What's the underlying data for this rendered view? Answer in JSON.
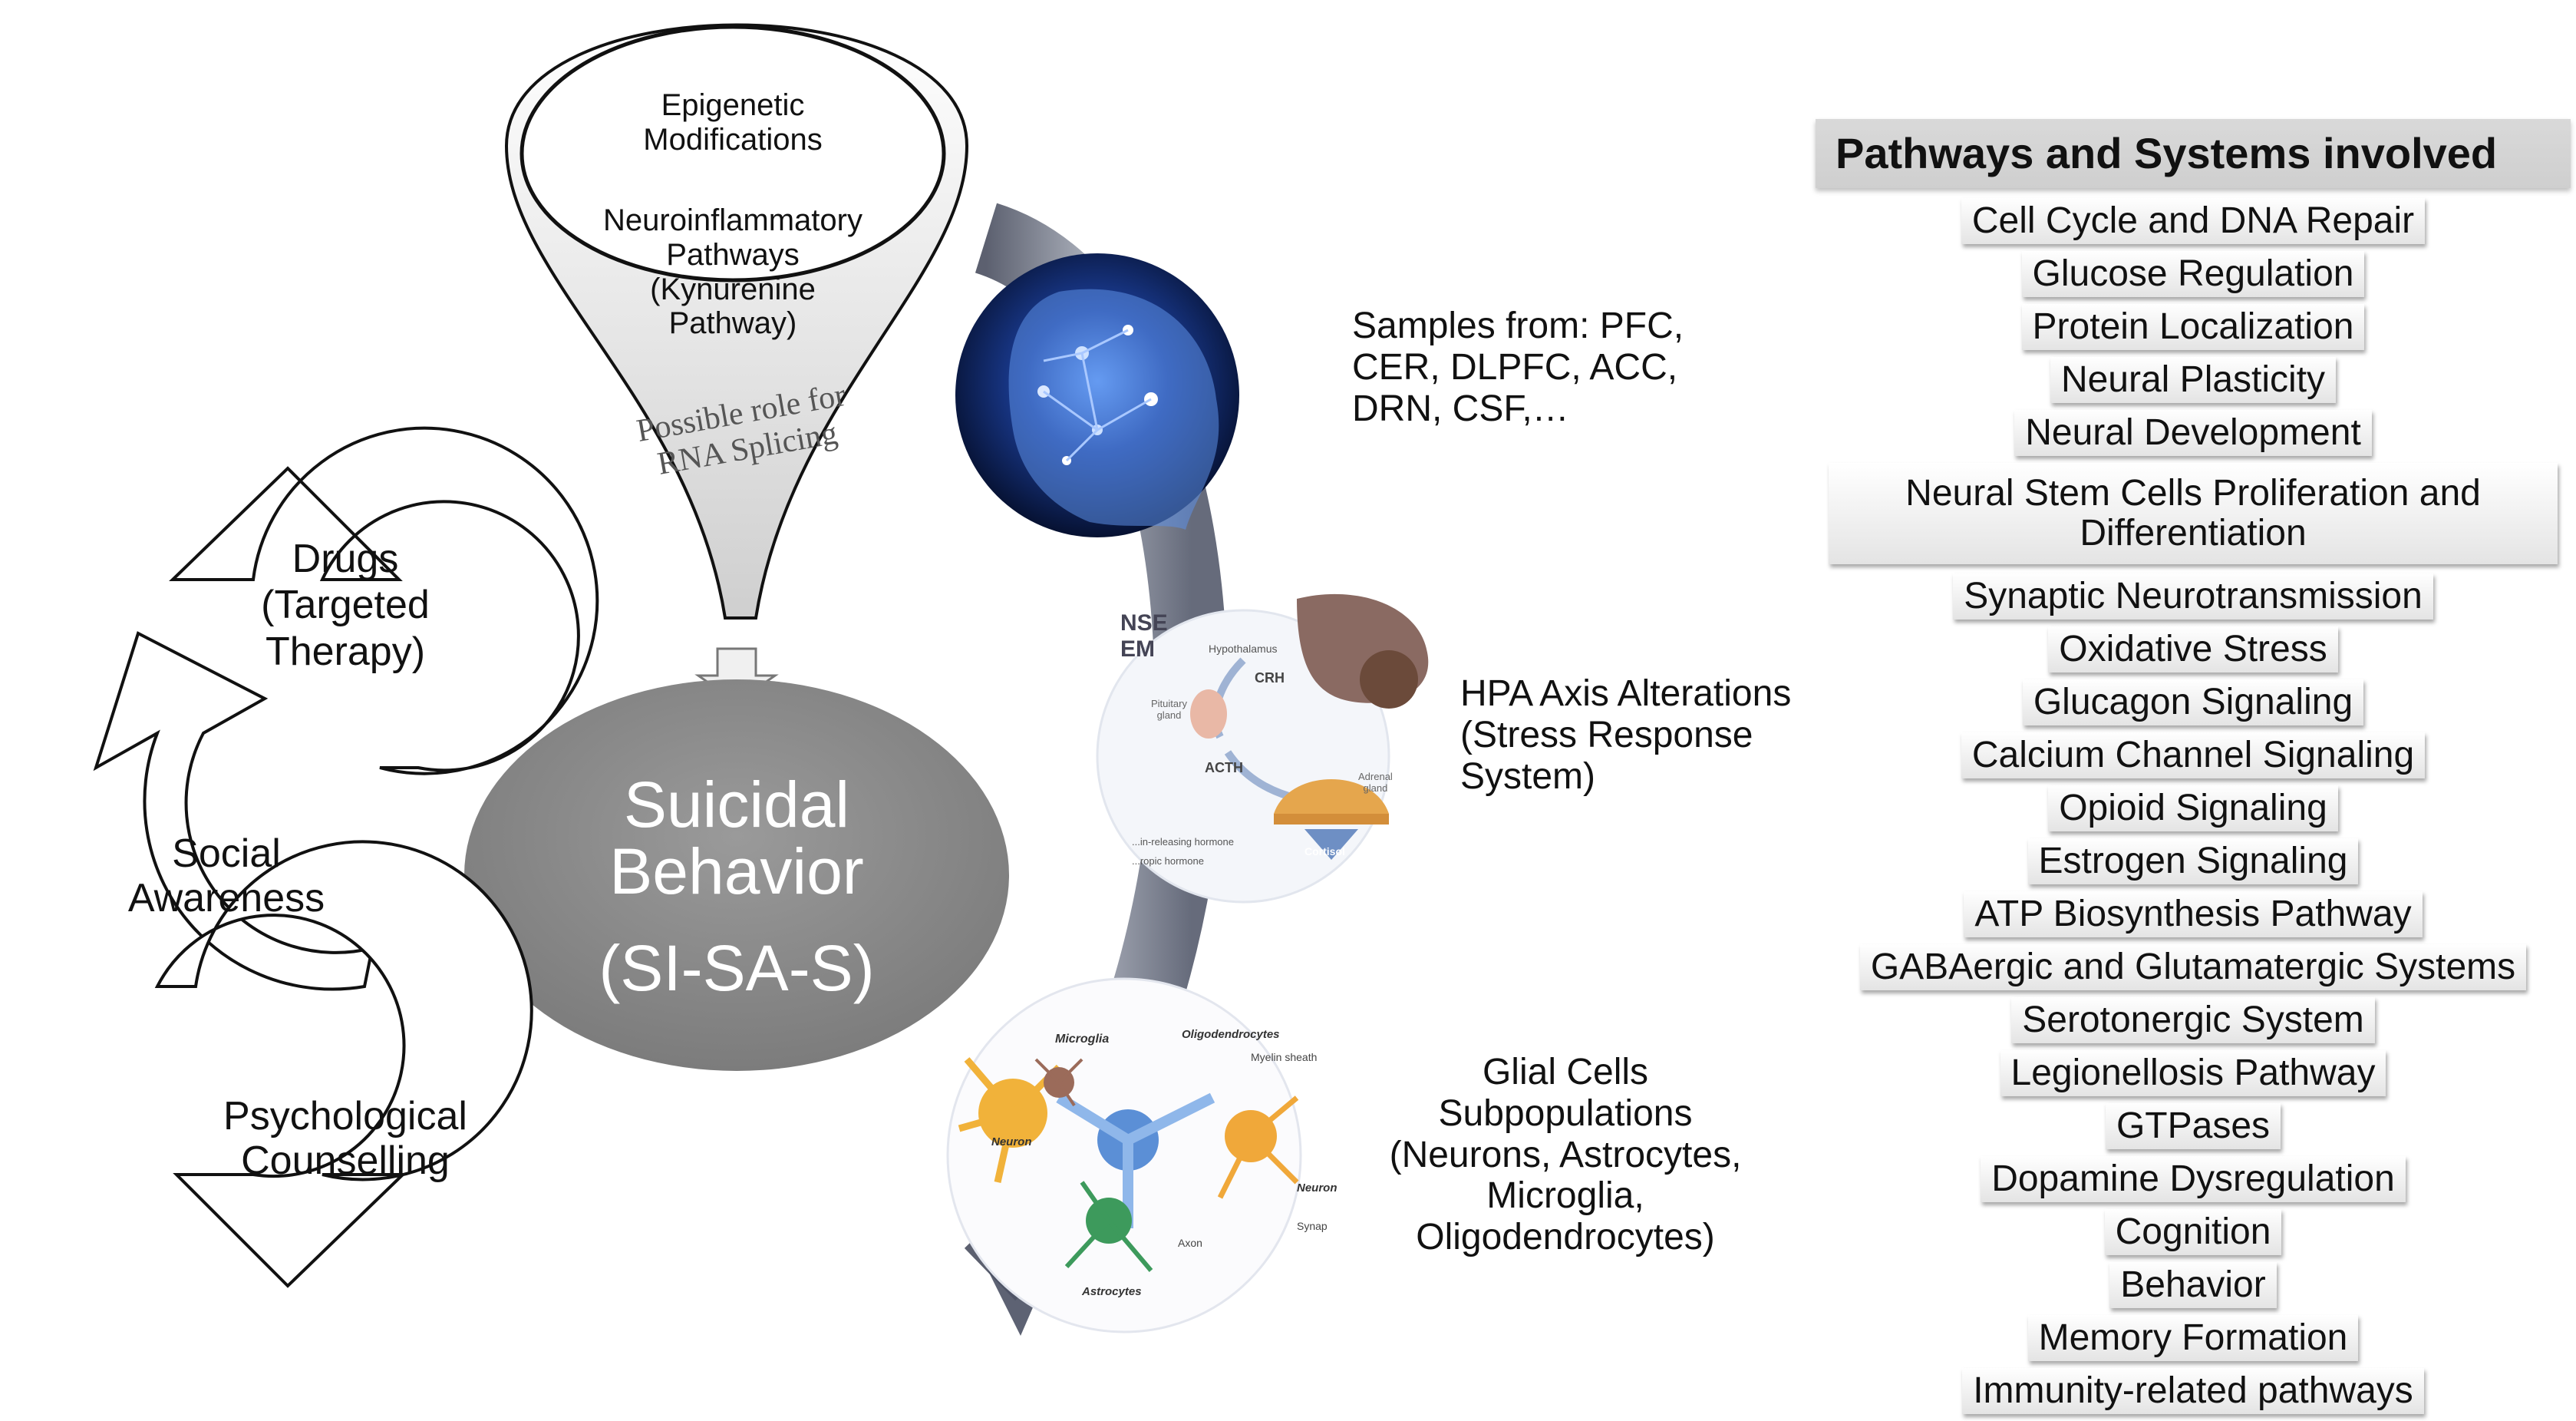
{
  "funnel": {
    "item_1": "Epigenetic\nModifications",
    "item_2": "Neuroinflammatory\nPathways\n(Kynurenine\nPathway)",
    "rna_note": "Possible role for\nRNA Splicing"
  },
  "center": {
    "line_1": "Suicidal",
    "line_2": "Behavior",
    "line_3": "(SI-SA-S)"
  },
  "cycle": {
    "drugs": "Drugs\n(Targeted\nTherapy)",
    "social": "Social\nAwareness",
    "psych": "Psychological\nCounselling"
  },
  "samples": {
    "samples_text": "Samples from: PFC,\nCER, DLPFC, ACC,\nDRN, CSF,…",
    "hpa_text": "HPA Axis Alterations\n(Stress Response\nSystem)",
    "glial_text": "Glial Cells\nSubpopulations\n(Neurons, Astrocytes,\nMicroglia,\nOligodendrocytes)"
  },
  "hpa_figure": {
    "corner_text": "NSE\nEM",
    "hypothalamus": "Hypothalamus",
    "crh": "CRH",
    "pituitary": "Pituitary\ngland",
    "acth": "ACTH",
    "adrenal": "Adrenal\ngland",
    "cortisol": "Cortisol",
    "legend_1": "...in-releasing hormone",
    "legend_2": "...ropic hormone"
  },
  "glia_figure": {
    "microglia": "Microglia",
    "oligodendrocytes": "Oligodendrocytes",
    "myelin": "Myelin sheath",
    "neuron_left": "Neuron",
    "neuron_right": "Neuron",
    "axon": "Axon",
    "synapse": "Synap",
    "astrocytes": "Astrocytes"
  },
  "pathways": {
    "header": "Pathways and Systems involved",
    "items": [
      "Cell Cycle and DNA Repair",
      "Glucose Regulation",
      "Protein Localization",
      "Neural Plasticity",
      "Neural Development",
      "Neural Stem Cells Proliferation and Differentiation",
      "Synaptic Neurotransmission",
      "Oxidative Stress",
      "Glucagon Signaling",
      "Calcium Channel Signaling",
      "Opioid Signaling",
      "Estrogen Signaling",
      "ATP Biosynthesis Pathway",
      "GABAergic and Glutamatergic Systems",
      "Serotonergic System",
      "Legionellosis Pathway",
      "GTPases",
      "Dopamine Dysregulation",
      "Cognition",
      "Behavior",
      "Memory Formation",
      "Immunity-related pathways"
    ]
  },
  "colors": {
    "ellipse": "#8e8e8e",
    "arrow": "#5c6274",
    "header_bg": "#d5d5d5"
  }
}
